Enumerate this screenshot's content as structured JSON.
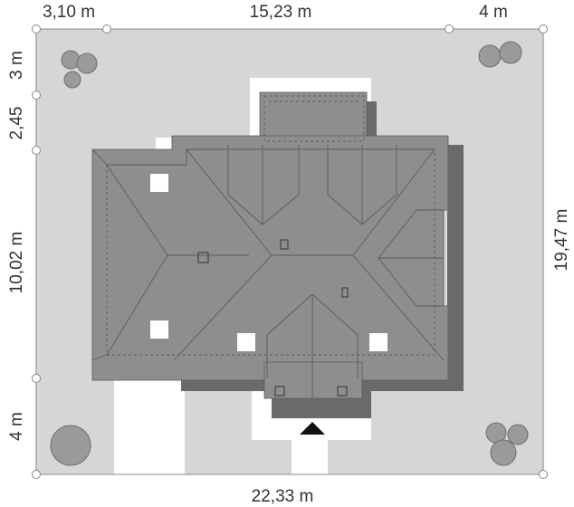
{
  "dimensions": {
    "top": [
      "3,10 m",
      "15,23 m",
      "4 m"
    ],
    "left": [
      "3 m",
      "2,45",
      "10,02 m",
      "4 m"
    ],
    "right": "19,47 m",
    "bottom": "22,33 m"
  },
  "colors": {
    "plot": "#d6d6d6",
    "roof": "#8e8e8e",
    "roof_lines": "#5a5a5a",
    "shadow": "#6a6a6a",
    "tree": "#9a9a9a",
    "skylight": "#ffffff",
    "entrance_marker": "#111111"
  },
  "icons": [
    "tree-icon",
    "entrance-arrow-icon",
    "skylight-icon",
    "chimney-icon"
  ]
}
